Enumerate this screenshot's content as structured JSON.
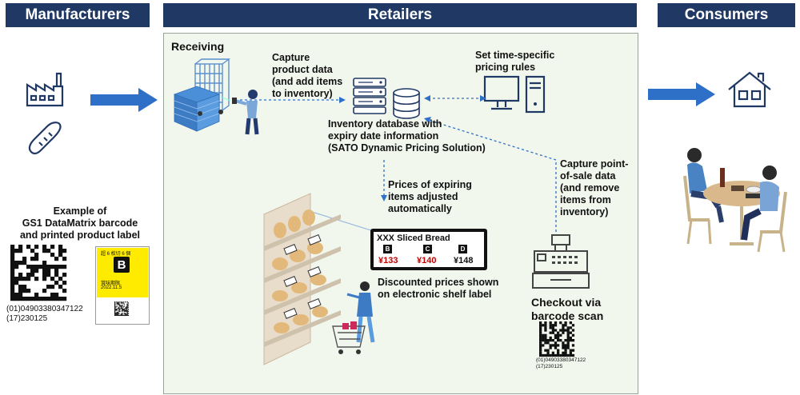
{
  "headers": {
    "manufacturers": "Manufacturers",
    "retailers": "Retailers",
    "consumers": "Consumers"
  },
  "retail": {
    "receiving": "Receiving",
    "capture_product": "Capture\nproduct data\n(and add items\nto inventory)",
    "pricing_rules": "Set time-specific\npricing rules",
    "inventory_db": "Inventory database with\nexpiry date information\n(SATO Dynamic Pricing Solution)",
    "prices_adjusted": "Prices of expiring\nitems adjusted\nautomatically",
    "pos_capture": "Capture point-\nof-sale data\n(and remove\nitems from\ninventory)",
    "discounted": "Discounted prices shown\non electronic shelf label",
    "checkout": "Checkout via\nbarcode scan"
  },
  "shelf_label": {
    "title": "XXX Sliced Bread",
    "grades": [
      {
        "grade": "B",
        "price": "¥133",
        "color": "#c00000"
      },
      {
        "grade": "C",
        "price": "¥140",
        "color": "#c00000"
      },
      {
        "grade": "D",
        "price": "¥148",
        "color": "#111111"
      }
    ]
  },
  "example": {
    "caption": "Example of\nGS1 DataMatrix barcode\nand printed product label",
    "code_line1": "(01)04903380347122",
    "code_line2": "(17)230125",
    "label_top": "超 6 枚切 6 個",
    "label_grade": "B",
    "label_date_title": "賞味期限",
    "label_date": "2022.11.5"
  },
  "checkout_code": {
    "line1": "(01)04903380347122",
    "line2": "(17)230125"
  },
  "colors": {
    "header_bg": "#1f3864",
    "panel_bg": "#f2f7ee",
    "arrow_blue": "#2e6fc7",
    "icon_navy": "#1f3864",
    "label_yellow": "#ffeb00",
    "price_red": "#c00000"
  }
}
